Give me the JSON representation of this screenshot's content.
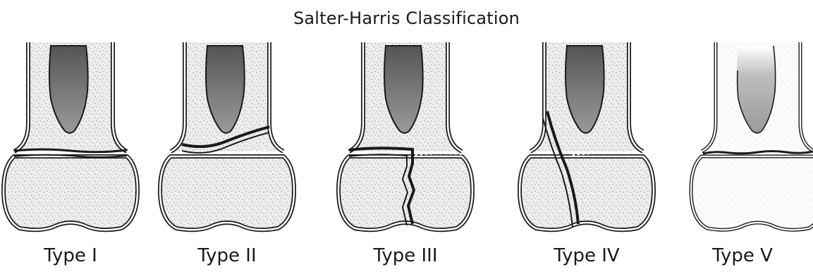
{
  "title": "Salter-Harris Classification",
  "types": [
    {
      "label": "Type I"
    },
    {
      "label": "Type II"
    },
    {
      "label": "Type III"
    },
    {
      "label": "Type IV"
    },
    {
      "label": "Type V"
    }
  ],
  "colors": {
    "outline": "#1a1a1a",
    "cortex": "#ffffff",
    "cancellous": "#ededed",
    "marrow_top": "#5a5a5a",
    "marrow_bottom": "#9a9a9a",
    "stipple": "#8c8c8c"
  }
}
